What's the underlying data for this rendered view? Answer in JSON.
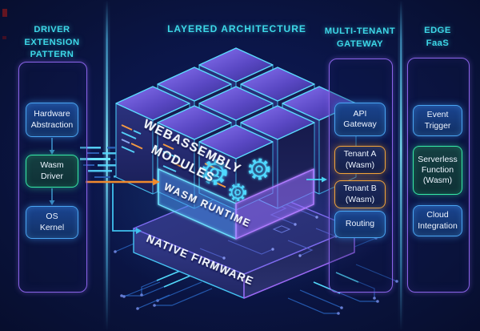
{
  "titles": {
    "left": "DRIVER EXTENSION\nPATTERN",
    "center": "LAYERED ARCHITECTURE",
    "gateway": "MULTI-TENANT\nGATEWAY",
    "edge": "EDGE\nFaaS"
  },
  "left_panel": {
    "boxes": [
      {
        "label": "Hardware\nAbstraction",
        "variant": "blue"
      },
      {
        "label": "Wasm\nDriver",
        "variant": "green"
      },
      {
        "label": "OS\nKernel",
        "variant": "blue"
      }
    ]
  },
  "gateway_panel": {
    "boxes": [
      {
        "label": "API\nGateway",
        "variant": "blue"
      },
      {
        "label": "Tenant A\n(Wasm)",
        "variant": "orange"
      },
      {
        "label": "Tenant B\n(Wasm)",
        "variant": "orange"
      },
      {
        "label": "Routing",
        "variant": "blue"
      }
    ]
  },
  "edge_panel": {
    "boxes": [
      {
        "label": "Event\nTrigger",
        "variant": "blue"
      },
      {
        "label": "Serverless\nFunction\n(Wasm)",
        "variant": "green"
      },
      {
        "label": "Cloud\nIntegration",
        "variant": "blue"
      }
    ]
  },
  "stack": {
    "modules_label": {
      "line1": "WEBASSEMBLY",
      "line2": "MODULES"
    },
    "runtime_label": "WASM RUNTIME",
    "firmware_label": "NATIVE FIRMWARE"
  },
  "colors": {
    "header_text": "#3dd8e8",
    "panel_border": "#8a63e8",
    "blue_border": "#49a4f2",
    "green_border": "#36e9a6",
    "orange_border": "#f2a33a",
    "arrow_orange": "#f08a2d",
    "arrow_cyan": "#3fc8f0",
    "cube_edge": "#55d8ff"
  }
}
